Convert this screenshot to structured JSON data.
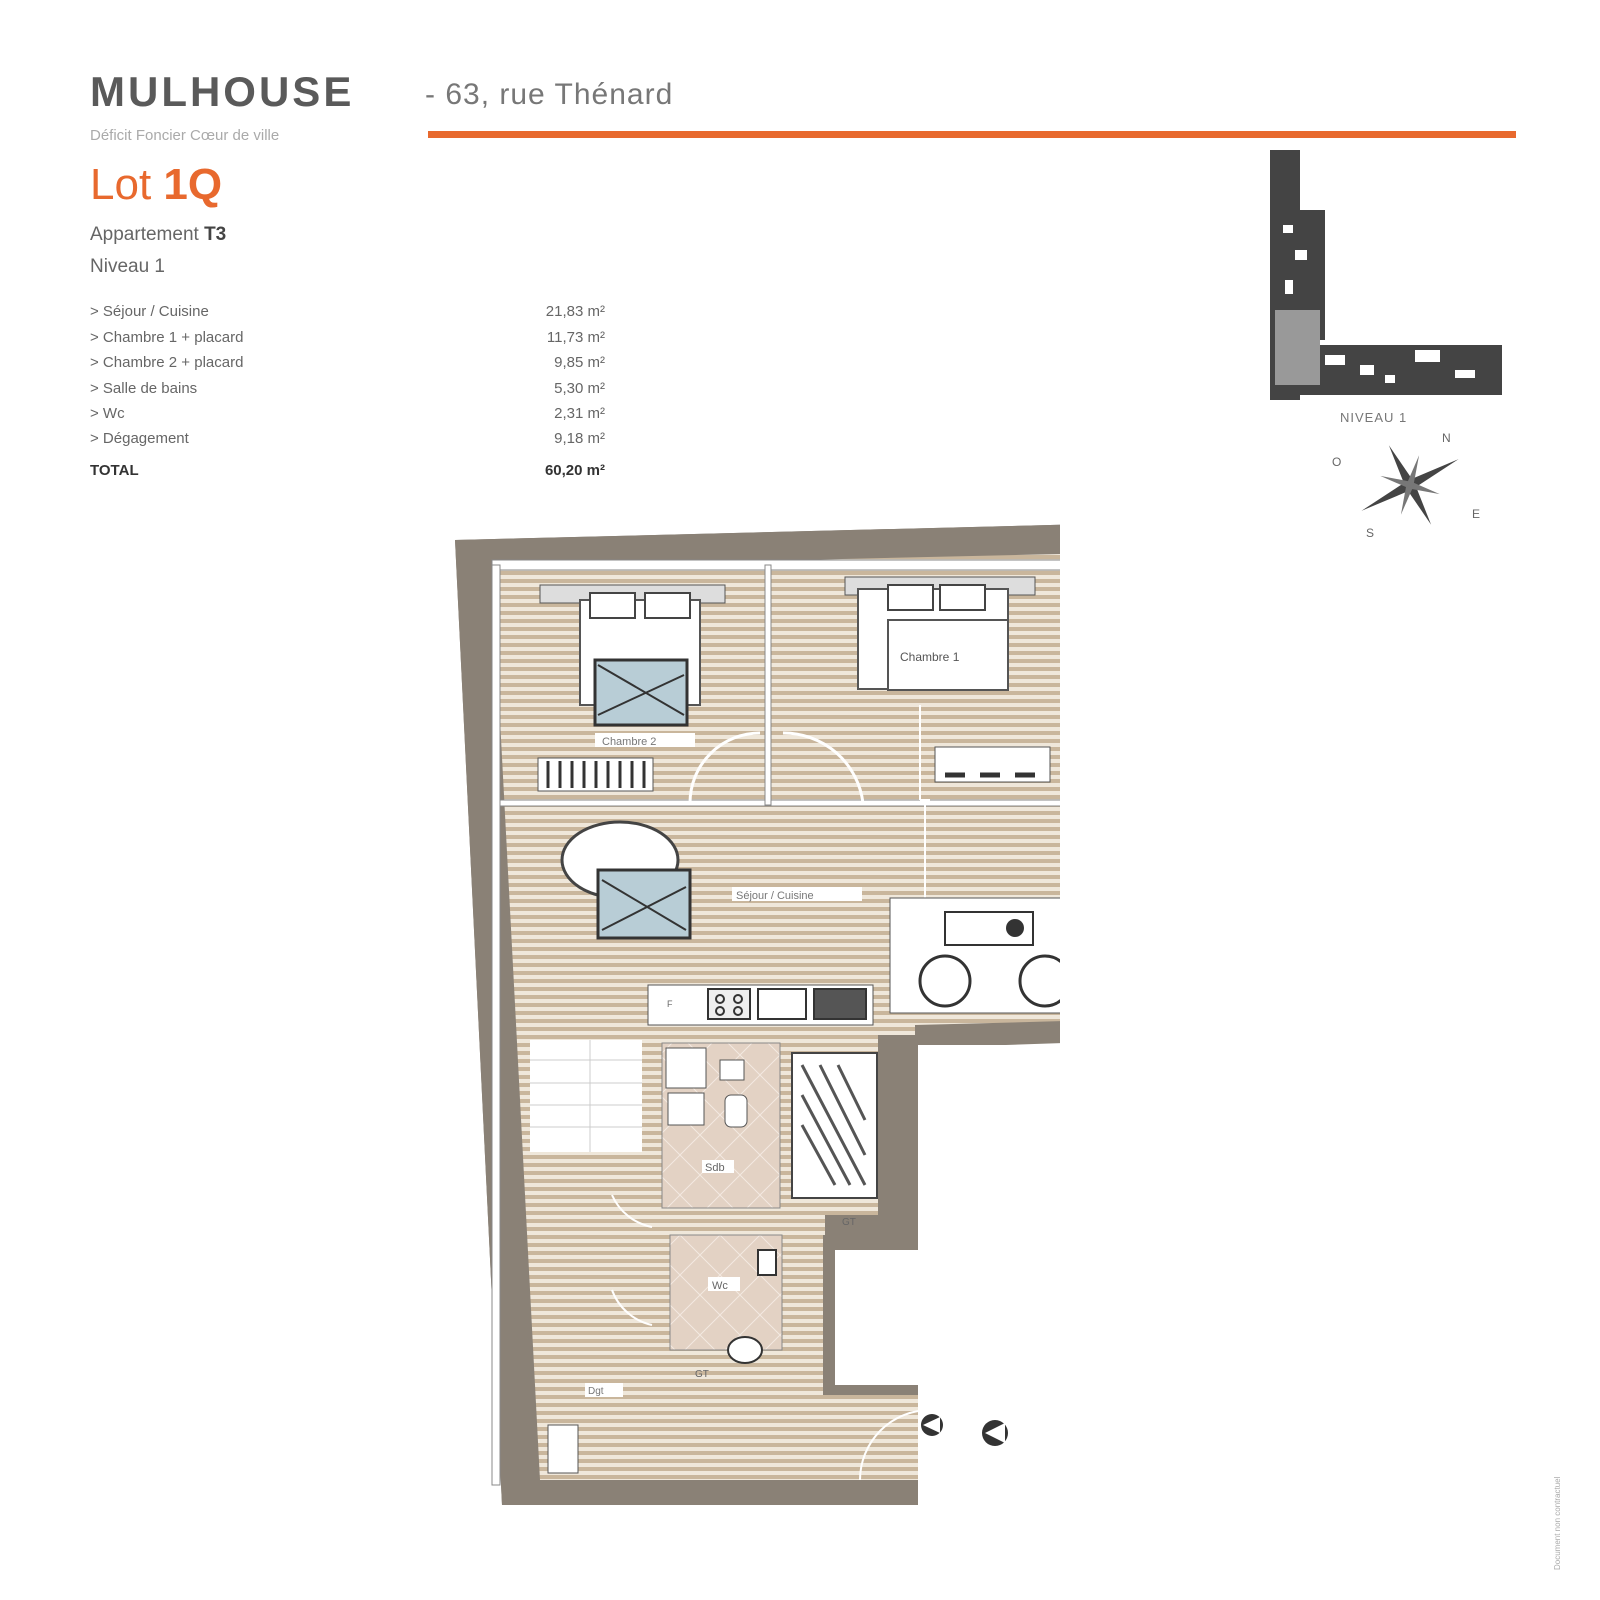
{
  "header": {
    "city": "MULHOUSE",
    "address": "- 63, rue Thénard",
    "subtitle": "Déficit Foncier Cœur de ville",
    "accent_color": "#e8692e"
  },
  "lot": {
    "prefix": "Lot",
    "number": "1Q"
  },
  "apartment": {
    "type_label": "Appartement",
    "type": "T3",
    "level": "Niveau 1"
  },
  "surfaces": [
    {
      "label": "> Séjour / Cuisine",
      "value": "21,83 m²"
    },
    {
      "label": "> Chambre 1 + placard",
      "value": "11,73 m²"
    },
    {
      "label": "> Chambre 2 + placard",
      "value": "9,85 m²"
    },
    {
      "label": "> Salle de bains",
      "value": "5,30 m²"
    },
    {
      "label": "> Wc",
      "value": "2,31 m²"
    },
    {
      "label": "> Dégagement",
      "value": "9,18 m²"
    }
  ],
  "total": {
    "label": "TOTAL",
    "value": "60,20 m²"
  },
  "mini_plan": {
    "label": "NIVEAU 1"
  },
  "compass": {
    "n": "N",
    "e": "E",
    "s": "S",
    "o": "O"
  },
  "rooms": {
    "chambre2": "Chambre 2",
    "chambre1": "Chambre 1",
    "sejour": "Séjour / Cuisine",
    "sdb": "Sdb",
    "wc": "Wc",
    "gt1": "GT",
    "gt2": "GT",
    "deg": "Dgt",
    "fridge": "F"
  },
  "credit": "Document non contractuel"
}
